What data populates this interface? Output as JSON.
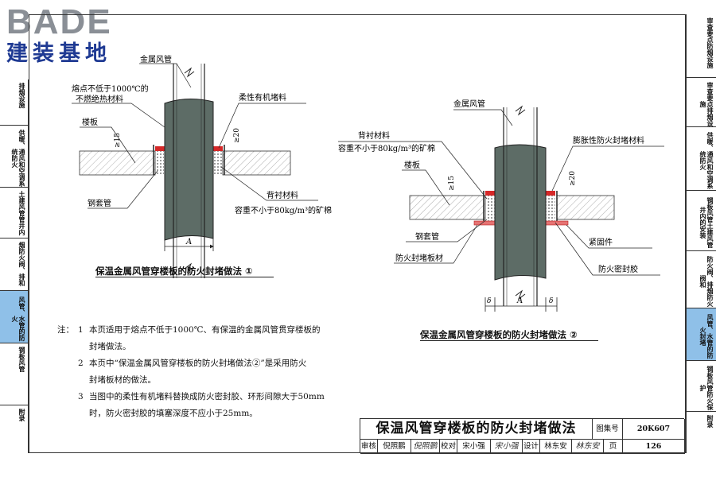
{
  "logo": {
    "line1": "BADE",
    "line2": "建装基地"
  },
  "left_tabs": [
    {
      "text": "排烟设施"
    },
    {
      "text": "供暖、通风和空调系统防火"
    },
    {
      "text": "土建风管管井内"
    },
    {
      "text": "烟防火阀、排和"
    },
    {
      "text": "风管、水管的防火"
    },
    {
      "text": "钢板风管"
    },
    {
      "text": "附录"
    }
  ],
  "right_tabs": [
    {
      "text": "审查要点防烟设施"
    },
    {
      "text": "审查要点排烟设施"
    },
    {
      "text": "供暖、通风和空调系统防火"
    },
    {
      "text": "钢板风管土建风管井内的安装"
    },
    {
      "text": "防火阀、排烟防火阀和"
    },
    {
      "text": "风管、水管的防火封堵"
    },
    {
      "text": "钢板风管防火保护"
    },
    {
      "text": "附录"
    }
  ],
  "figure1": {
    "labels": {
      "duct": "金属风管",
      "nonflammable_l1": "熔点不低于1000℃的",
      "nonflammable_l2": "不燃绝热材料",
      "flexible": "柔性有机堵料",
      "floor": "楼板",
      "dim15": "≥15",
      "dim20": "≥20",
      "backing": "背衬材料",
      "density": "容重不小于80kg/m³的矿棉",
      "sleeve": "钢套管",
      "dimA": "A"
    },
    "caption": "保温金属风管穿楼板的防火封堵做法",
    "caption_num": "①"
  },
  "figure2": {
    "labels": {
      "duct": "金属风管",
      "backing": "背衬材料",
      "density": "容重不小于80kg/m³的矿棉",
      "intumescent": "膨胀性防火封堵材料",
      "floor": "楼板",
      "dim15": "≥15",
      "dim20": "≥20",
      "sleeve": "钢套管",
      "board": "防火封堵板材",
      "fastener": "紧固件",
      "sealant": "防火密封胶",
      "dimA": "A",
      "dimD": "δ"
    },
    "caption": "保温金属风管穿楼板的防火封堵做法",
    "caption_num": "②"
  },
  "notes": {
    "prefix": "注：",
    "items": [
      {
        "num": "1",
        "line1": "本页适用于熔点不低于1000℃、有保温的金属风管贯穿楼板的",
        "line2": "封堵做法。"
      },
      {
        "num": "2",
        "line1": "本页中“保温金属风管穿楼板的防火封堵做法②”是采用防火",
        "line2": "封堵板材的做法。"
      },
      {
        "num": "3",
        "line1": "当图中的柔性有机堵料替换成防火密封胶、环形间隙大于50mm",
        "line2": "时，防火密封胶的填塞深度不应小于25mm。"
      }
    ]
  },
  "title_block": {
    "title": "保温风管穿楼板的防火封堵做法",
    "atlas_label": "图集号",
    "atlas_no": "20K607",
    "review_label": "审核",
    "reviewer": "倪照鹏",
    "reviewer_sig": "倪照鹏",
    "check_label": "校对",
    "checker": "宋小强",
    "checker_sig": "宋小强",
    "design_label": "设计",
    "designer": "林东安",
    "designer_sig": "林东安",
    "page_label": "页",
    "page_no": "126"
  }
}
